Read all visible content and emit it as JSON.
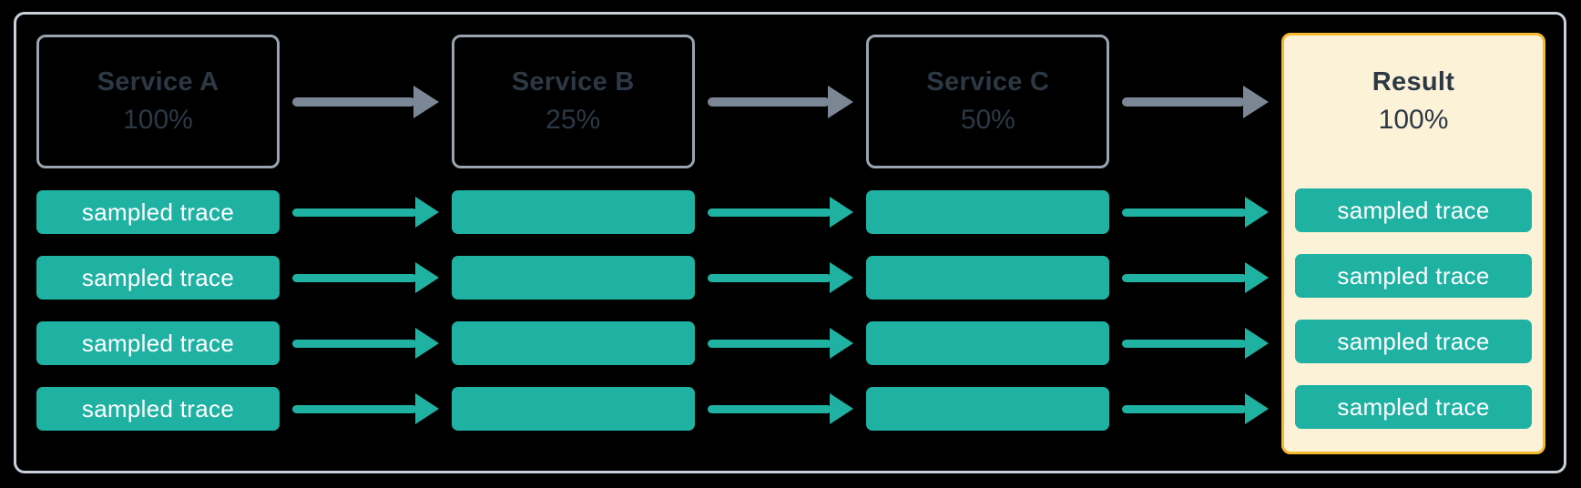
{
  "columns": [
    {
      "type": "service",
      "label": "Service A",
      "rate": "100%",
      "traces": [
        "sampled trace",
        "sampled trace",
        "sampled trace",
        "sampled trace"
      ]
    },
    {
      "type": "service",
      "label": "Service B",
      "rate": "25%",
      "traces": [
        "",
        "",
        "",
        ""
      ]
    },
    {
      "type": "service",
      "label": "Service C",
      "rate": "50%",
      "traces": [
        "",
        "",
        "",
        ""
      ]
    },
    {
      "type": "result",
      "label": "Result",
      "rate": "100%",
      "traces": [
        "sampled trace",
        "sampled trace",
        "sampled trace",
        "sampled trace"
      ]
    }
  ],
  "icons": {
    "service_flow_arrow": "right-arrow",
    "trace_flow_arrow": "right-arrow"
  },
  "colors": {
    "background": "#000000",
    "frame_border": "#C8D0DB",
    "box_border": "#9AA4B0",
    "arrow_gray": "#7B8795",
    "teal": "#1FB2A3",
    "result_border": "#F5B92D",
    "result_fill": "#FBF2D8",
    "text_dark": "#2C3945",
    "trace_text": "#FFFFFF"
  }
}
